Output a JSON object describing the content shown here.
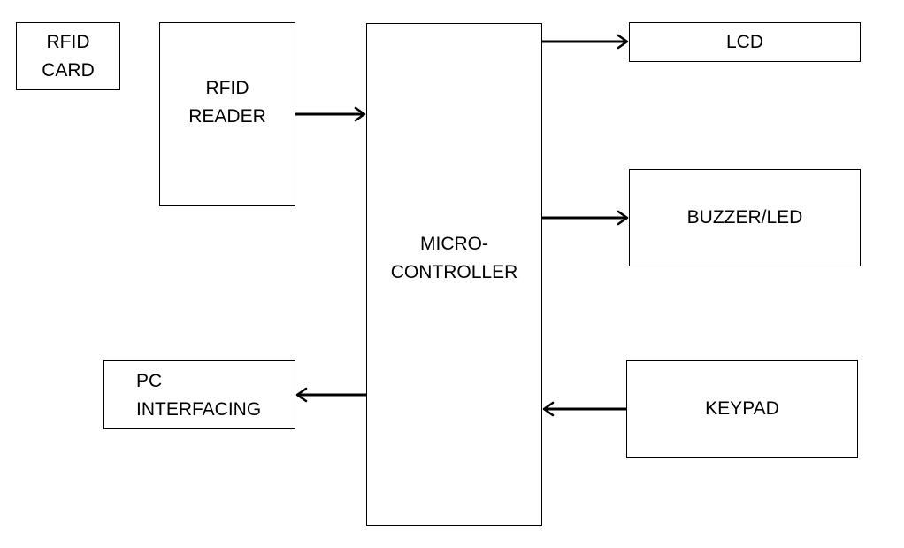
{
  "blocks": {
    "rfid_card": "RFID\nCARD",
    "rfid_reader": "RFID\nREADER",
    "microcontroller": "MICRO-\nCONTROLLER",
    "lcd": "LCD",
    "buzzer_led": "BUZZER/LED",
    "keypad": "KEYPAD",
    "pc_interfacing": "PC\nINTERFACING"
  },
  "connections": [
    {
      "from": "RFID READER",
      "to": "MICRO-CONTROLLER"
    },
    {
      "from": "MICRO-CONTROLLER",
      "to": "LCD"
    },
    {
      "from": "MICRO-CONTROLLER",
      "to": "BUZZER/LED"
    },
    {
      "from": "KEYPAD",
      "to": "MICRO-CONTROLLER"
    },
    {
      "from": "MICRO-CONTROLLER",
      "to": "PC INTERFACING"
    }
  ]
}
